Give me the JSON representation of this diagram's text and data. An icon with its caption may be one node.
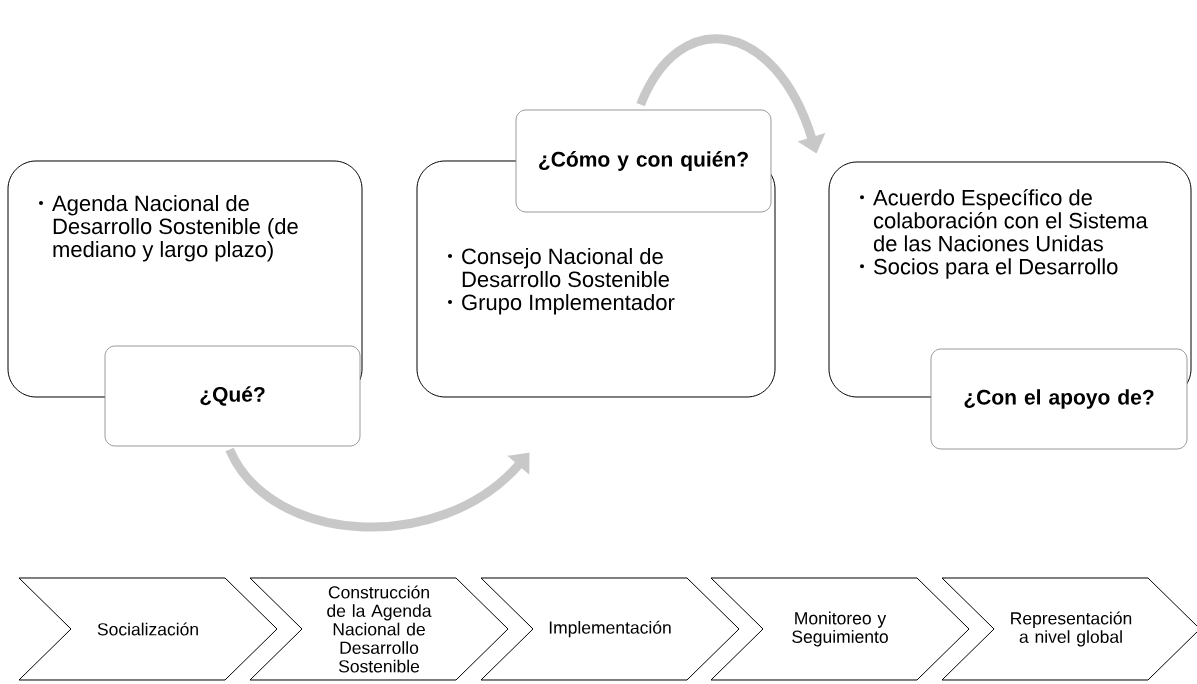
{
  "diagram": {
    "nodes": [
      {
        "text": [
          "Agenda Nacional de Desarrollo Sostenible (de mediano y largo plazo)"
        ]
      },
      {
        "text": [
          "¿Qué?"
        ]
      },
      {
        "text": [
          "¿Cómo y con quién?"
        ]
      },
      {
        "text": [
          "Consejo Nacional de Desarrollo Sostenible",
          "Grupo Implementador"
        ]
      },
      {
        "text": [
          "Acuerdo Específico de colaboración con el Sistema de las Naciones Unidas",
          "Socios para el Desarrollo"
        ]
      },
      {
        "text": [
          "¿Con el apoyo de?"
        ]
      },
      {
        "text": [
          "Socialización"
        ]
      },
      {
        "text": [
          "Construcción de la Agenda Nacional de Desarrollo Sostenible"
        ]
      },
      {
        "text": [
          "Implementación"
        ]
      },
      {
        "text": [
          "Monitoreo y Seguimiento"
        ]
      },
      {
        "text": [
          "Representación a nivel global"
        ]
      }
    ],
    "edges": [
      {
        "from": 1,
        "to": 3,
        "arrow": "to",
        "color": "#c8c8c8"
      },
      {
        "from": 2,
        "to": 4,
        "arrow": "to",
        "color": "#c8c8c8"
      }
    ]
  }
}
